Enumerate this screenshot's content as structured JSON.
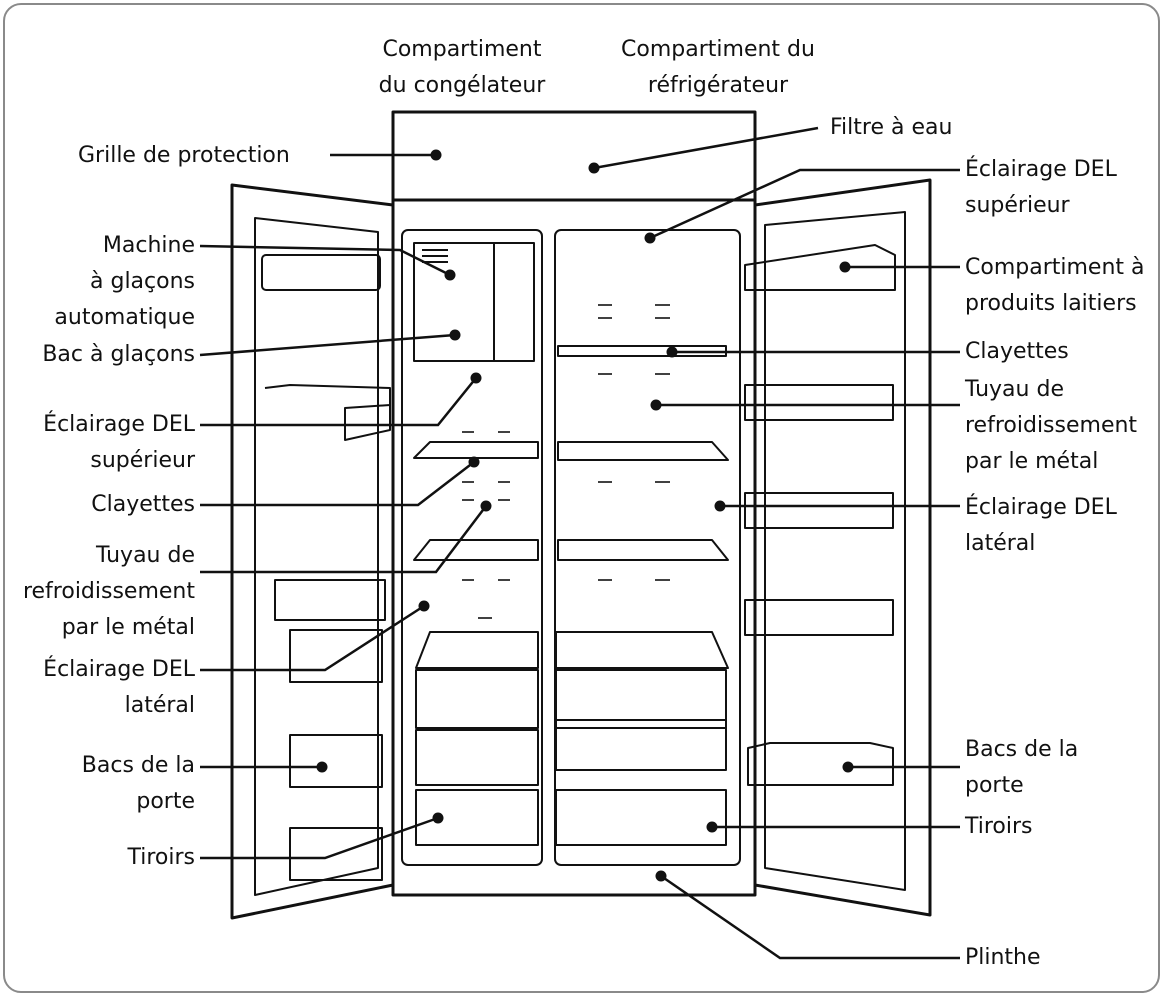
{
  "labels": {
    "freezer_compartment": "Compartiment\ndu congélateur",
    "fridge_compartment": "Compartiment du\nréfrigérateur",
    "protection_grille": "Grille de protection",
    "water_filter": "Filtre à eau",
    "top_led_right": "Éclairage DEL\nsupérieur",
    "ice_maker": "Machine\nà glaçons\nautomatique",
    "ice_bin": "Bac à glaçons",
    "dairy_compartment": "Compartiment à\nproduits laitiers",
    "shelves_right": "Clayettes",
    "top_led_left": "Éclairage DEL\nsupérieur",
    "metal_cooling_right": "Tuyau de\nrefroidissement\npar le métal",
    "shelves_left": "Clayettes",
    "side_led_right": "Éclairage DEL\nlatéral",
    "metal_cooling_left": "Tuyau de\nrefroidissement\npar le métal",
    "side_led_left": "Éclairage DEL\nlatéral",
    "door_bins_left": "Bacs de la\nporte",
    "door_bins_right": "Bacs de la\nporte",
    "drawers_right": "Tiroirs",
    "drawers_left": "Tiroirs",
    "base_plinth": "Plinthe"
  },
  "colors": {
    "line": "#111111",
    "frame": "#8a8a8a"
  }
}
